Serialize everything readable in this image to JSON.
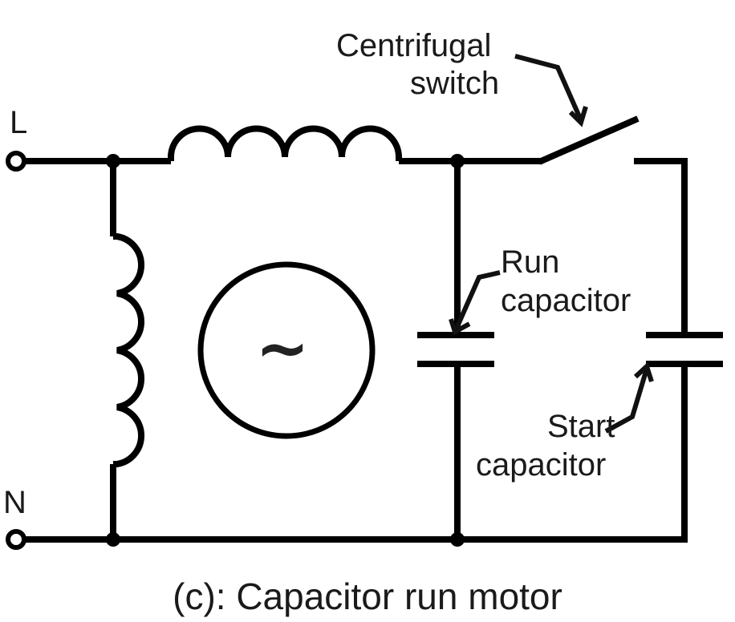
{
  "diagram": {
    "title": "Capacitor run motor circuit",
    "terminals": {
      "line": "L",
      "neutral": "N"
    },
    "labels": {
      "switch_line1": "Centrifugal",
      "switch_line2": "switch",
      "run_cap_line1": "Run",
      "run_cap_line2": "capacitor",
      "start_cap_line1": "Start",
      "start_cap_line2": "capacitor",
      "motor_symbol": "~"
    },
    "caption": "(c): Capacitor run motor",
    "colors": {
      "line": "#000000",
      "text": "#1a1a1a",
      "background": "#ffffff"
    }
  }
}
